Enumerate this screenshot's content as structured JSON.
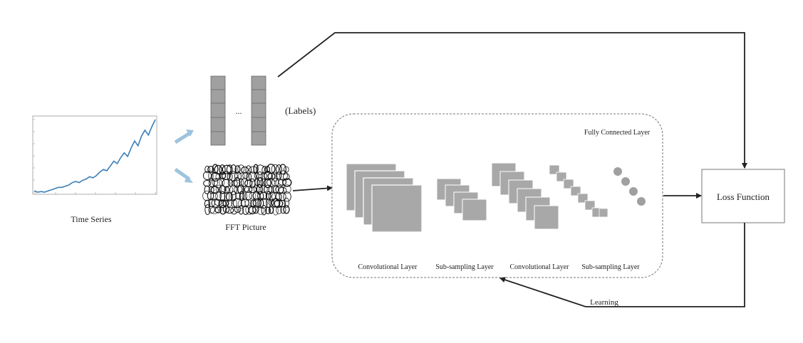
{
  "labels": {
    "time_series": "Time Series",
    "fft_picture": "FFT Picture",
    "labels": "(Labels)",
    "ellipsis": "...",
    "fully_connected": "Fully Connected Layer",
    "conv1": "Convolutional Layer",
    "sub1": "Sub-sampling Layer",
    "conv2": "Convolutional Layer",
    "sub2": "Sub-sampling Layer",
    "loss": "Loss Function",
    "learning": "Learning"
  },
  "colors": {
    "arrow_blue": "#9ec3de",
    "line_blue": "#3b7fb8",
    "gray_block": "#a8a8a8",
    "gray_dark": "#9a9a9a",
    "stroke": "#222222"
  },
  "chart_data": {
    "type": "line",
    "series": [
      {
        "values": [
          1.0,
          0.9,
          0.95,
          0.9,
          1.0,
          1.1,
          1.2,
          1.3,
          1.3,
          1.4,
          1.5,
          1.7,
          1.8,
          1.7,
          1.9,
          2.0,
          2.2,
          2.1,
          2.3,
          2.6,
          2.8,
          2.7,
          3.1,
          3.5,
          3.3,
          3.8,
          4.2,
          3.9,
          4.6,
          5.2,
          4.8,
          5.6,
          6.1,
          5.7,
          6.4,
          7.0
        ]
      }
    ]
  }
}
